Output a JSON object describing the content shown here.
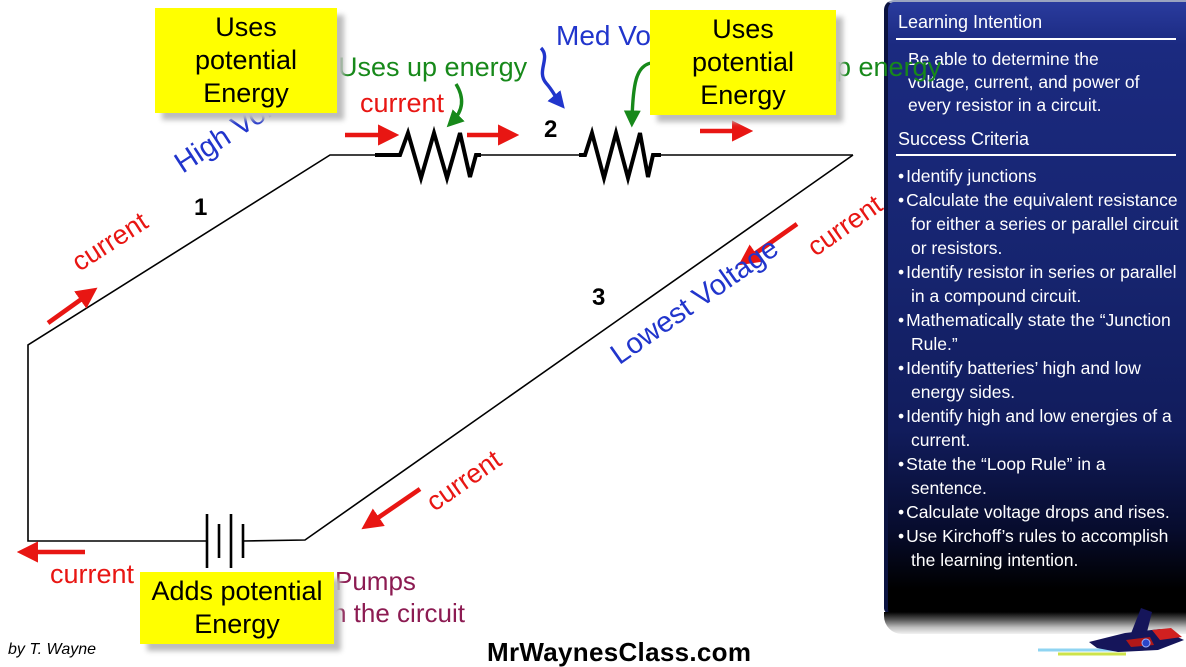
{
  "colors": {
    "current_red": "#e81613",
    "voltage_blue": "#2135cc",
    "energy_green": "#17891a",
    "note_maroon": "#8c1b52",
    "callout_yellow": "#ffff00",
    "panel_navy": "#16246e",
    "wire_black": "#000000"
  },
  "callouts": {
    "uses_potential_1": "Uses potential Energy",
    "uses_potential_2": "Uses potential Energy",
    "adds_potential": "Adds potential Energy"
  },
  "circuit": {
    "labels": {
      "current": "current",
      "high_voltage": "High Voltage",
      "med_voltage_fragment": "Med Volt",
      "lowest_voltage": "Lowest Voltage",
      "uses_up_energy": "Uses up energy",
      "uses_up_energy_fragment": "p energy",
      "pumps_fragment": "Pumps",
      "in_the_circuit_fragment": "n the circuit",
      "node_1": "1",
      "node_2": "2",
      "node_3": "3"
    }
  },
  "panel": {
    "learning_intention": {
      "title": "Learning Intention",
      "body": "Be able to determine the voltage, current, and power of every resistor in a circuit."
    },
    "success_criteria": {
      "title": "Success Criteria",
      "items": [
        "Identify junctions",
        "Calculate the equivalent resistance for either a series or parallel circuit or resistors.",
        "Identify resistor in series or parallel in a compound circuit.",
        "Mathematically state the “Junction Rule.”",
        "Identify batteries’ high and low energy sides.",
        "Identify high and low energies of a current.",
        "State the “Loop Rule” in a sentence.",
        "Calculate voltage drops and rises.",
        "Use Kirchoff’s rules to accomplish the learning intention."
      ]
    }
  },
  "footer": {
    "credit": "by T. Wayne",
    "site": "MrWaynesClass.com"
  }
}
